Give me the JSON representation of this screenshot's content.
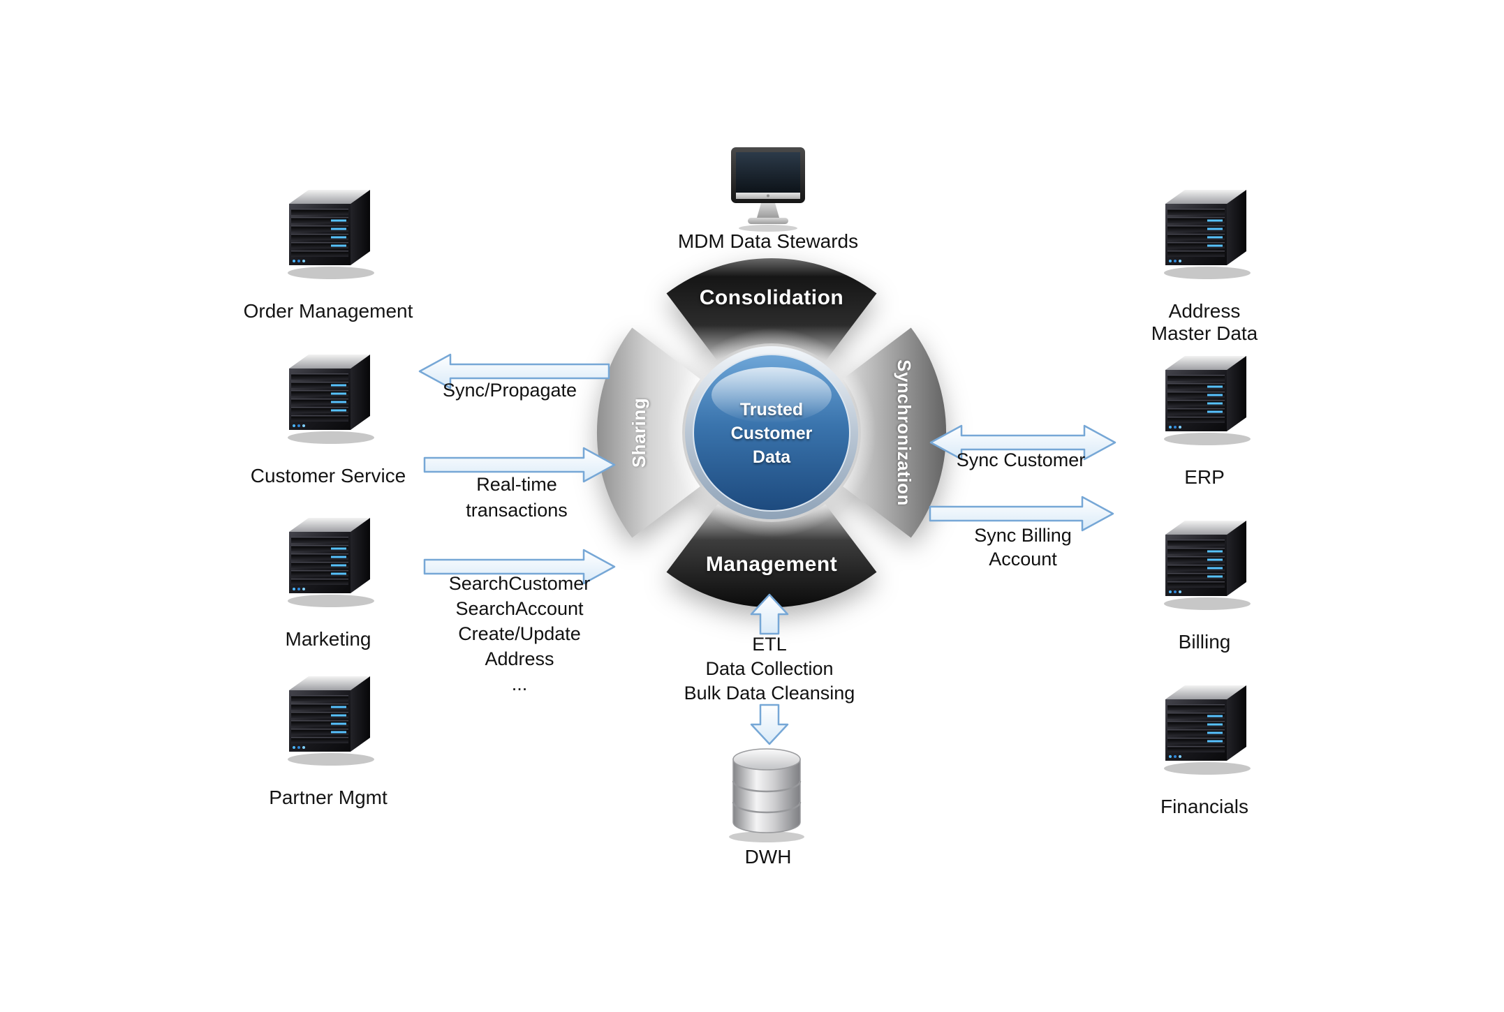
{
  "stewards": {
    "label": "MDM Data Stewards"
  },
  "hub": {
    "quadrant_top": "Consolidation",
    "quadrant_left": "Sharing",
    "quadrant_right": "Synchronization",
    "quadrant_bottom": "Management",
    "core": "Trusted\nCustomer\nData"
  },
  "left_systems": [
    {
      "label": "Order Management"
    },
    {
      "label": "Customer Service"
    },
    {
      "label": "Marketing"
    },
    {
      "label": "Partner Mgmt"
    }
  ],
  "right_systems": [
    {
      "label": "Address\nMaster Data"
    },
    {
      "label": "ERP"
    },
    {
      "label": "Billing"
    },
    {
      "label": "Financials"
    }
  ],
  "flows": {
    "sync_propagate": {
      "label": "Sync/Propagate",
      "direction": "left"
    },
    "realtime": {
      "label": "Real-time\ntransactions",
      "direction": "right"
    },
    "services": {
      "label": "SearchCustomer\nSearchAccount\nCreate/Update\nAddress\n...",
      "direction": "right"
    },
    "sync_customer": {
      "label": "Sync Customer",
      "direction": "both"
    },
    "sync_billing": {
      "label": "Sync Billing\nAccount",
      "direction": "right"
    },
    "etl": {
      "label": "ETL\nData Collection\nBulk Data Cleansing",
      "direction": "vertical"
    }
  },
  "dwh": {
    "label": "DWH"
  },
  "colors": {
    "arrow_stroke": "#76a7d6",
    "core_blue": "#2d5f98",
    "text": "#1a1a1a"
  }
}
